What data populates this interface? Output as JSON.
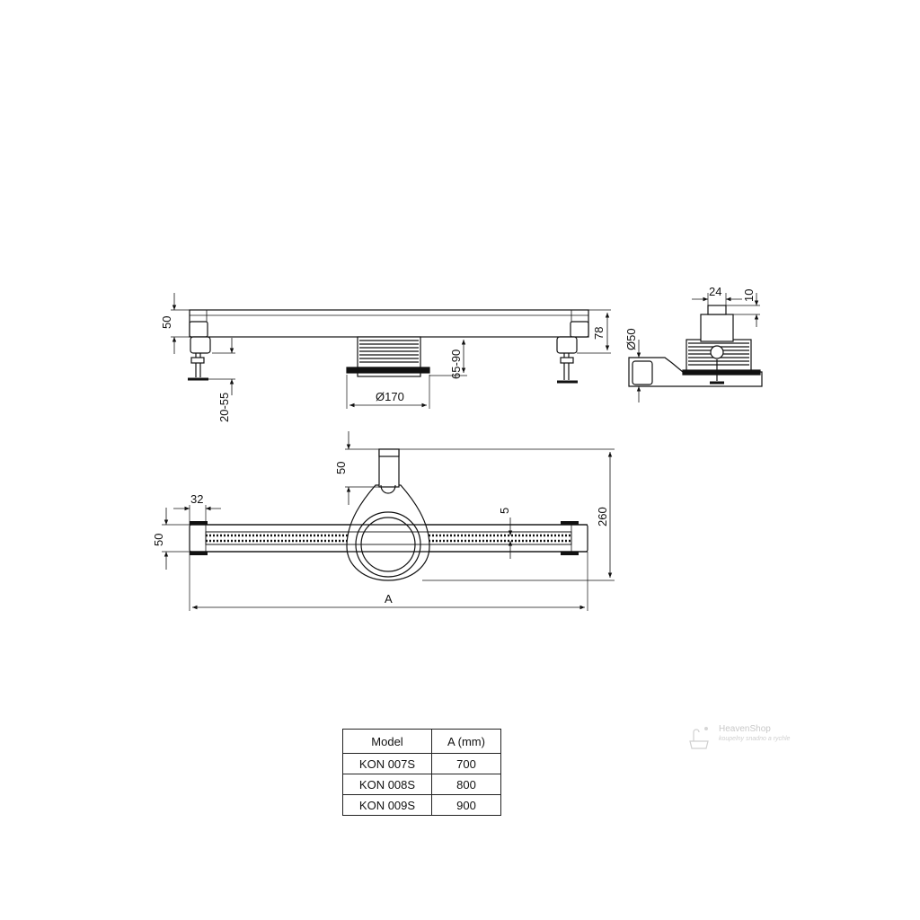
{
  "side_view": {
    "dim_height": "50",
    "dim_feet": "20-55",
    "dim_outlet_dia": "Ø170",
    "dim_outlet_height": "65-90",
    "dim_total_height": "78"
  },
  "section_view": {
    "dim_width": "24",
    "dim_top": "10",
    "dim_pipe": "Ø50"
  },
  "top_view": {
    "dim_end": "32",
    "dim_width": "50",
    "dim_pipe_len": "50",
    "dim_slot": "5",
    "dim_depth": "260",
    "dim_length": "A"
  },
  "table": {
    "headers": [
      "Model",
      "A (mm)"
    ],
    "rows": [
      [
        "KON 007S",
        "700"
      ],
      [
        "KON 008S",
        "800"
      ],
      [
        "KON 009S",
        "900"
      ]
    ]
  },
  "watermark": {
    "brand": "HeavenShop",
    "tagline": "koupelny snadno a rychle"
  }
}
